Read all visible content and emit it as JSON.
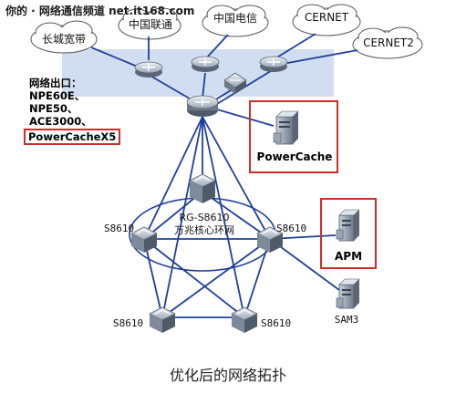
{
  "watermark": "你的 · 网络通信频道 net.it168.com",
  "clouds": {
    "great_wall": "长城宽带",
    "unicom": "中国联通",
    "telecom": "中国电信",
    "cernet": "CERNET",
    "cernet2": "CERNET2"
  },
  "exits": {
    "title": "网络出口：",
    "items": [
      "NPE60E、",
      "NPE50、",
      "ACE3000、"
    ],
    "highlight": "PowerCacheX5"
  },
  "servers": {
    "powercache": "PowerCache",
    "apm": "APM",
    "sam3": "SAM3"
  },
  "switches": {
    "left": "S8610",
    "right": "S8610",
    "bottom_left": "S8610",
    "bottom_right": "S8610"
  },
  "core": {
    "name": "RG-S8610",
    "desc": "万兆核心环网"
  },
  "caption": "优化后的网络拓扑",
  "colors": {
    "band": "#c9d8ee",
    "link": "#1f3f9c",
    "highlight_border": "#d42a2a",
    "device": "#7d8a9a"
  }
}
